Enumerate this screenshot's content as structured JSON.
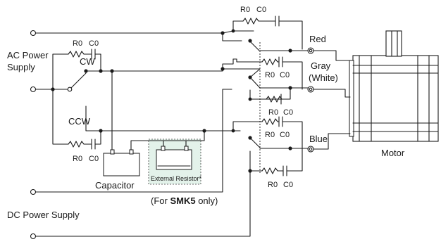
{
  "labels": {
    "ac_power_line1": "AC Power",
    "ac_power_line2": "Supply",
    "cw": "CW",
    "ccw": "CCW",
    "capacitor": "Capacitor",
    "external_resistor": "External Resistor*",
    "for_prefix": "(For ",
    "for_model": "SMK5",
    "for_suffix": " only)",
    "dc_power_supply": "DC Power Supply",
    "red": "Red",
    "gray": "Gray",
    "white": "(White)",
    "blue": "Blue",
    "motor": "Motor",
    "r0": "R0",
    "c0": "C0"
  },
  "colors": {
    "wire": "#1a1a1a",
    "resistor_box_fill": "#e3f2ea",
    "resistor_box_border": "#3a3a3a",
    "motor_fill": "#ffffff"
  }
}
